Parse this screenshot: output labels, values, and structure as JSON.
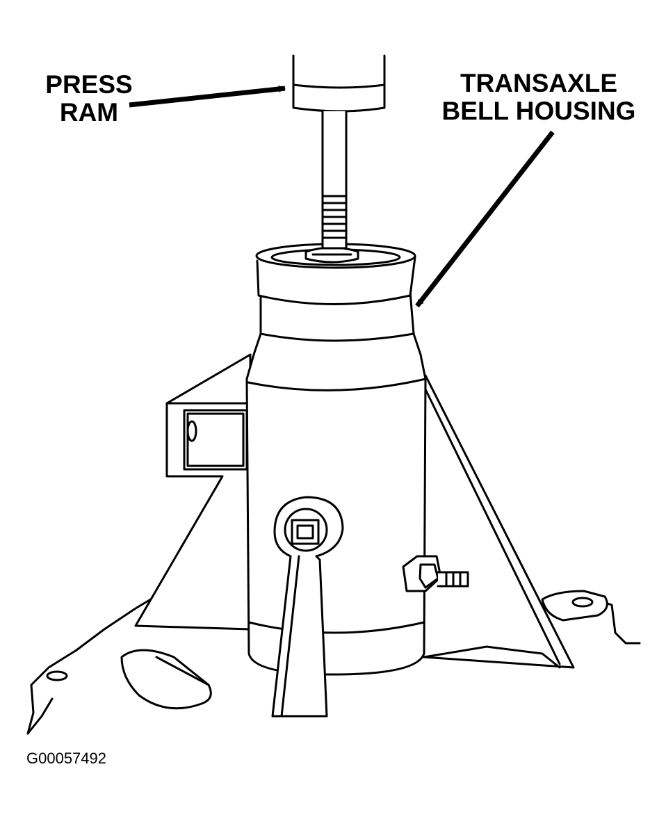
{
  "labels": {
    "press_ram": [
      "PRESS",
      "RAM"
    ],
    "bell_housing": [
      "TRANSAXLE",
      "BELL HOUSING"
    ]
  },
  "figure_id": "G00057492"
}
